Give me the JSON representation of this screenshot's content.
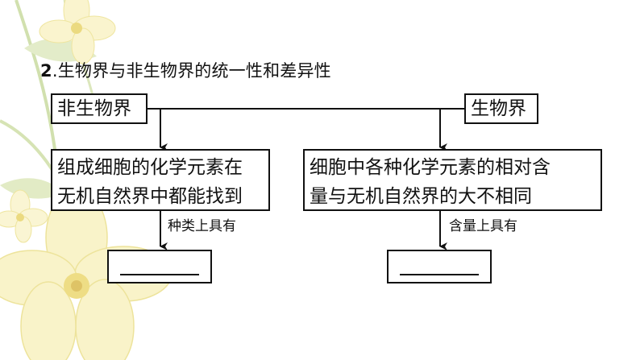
{
  "heading": {
    "number": "2",
    "text": ".生物界与非生物界的统一性和差异性"
  },
  "diagram": {
    "left_top_box": "非生物界",
    "right_top_box": "生物界",
    "left_desc": {
      "line1": "组成细胞的化学元素在",
      "line2": "无机自然界中都能找到"
    },
    "right_desc": {
      "line1": "细胞中各种化学元素的相对含",
      "line2": "量与无机自然界的大不相同"
    },
    "left_arrow_label": "种类上具有",
    "right_arrow_label": "含量上具有",
    "left_answer_value": "",
    "right_answer_value": ""
  },
  "colors": {
    "line": "#111111",
    "petal": "#f7efb6",
    "petal_edge": "#eadf8a",
    "leaf": "#c9dba0"
  }
}
